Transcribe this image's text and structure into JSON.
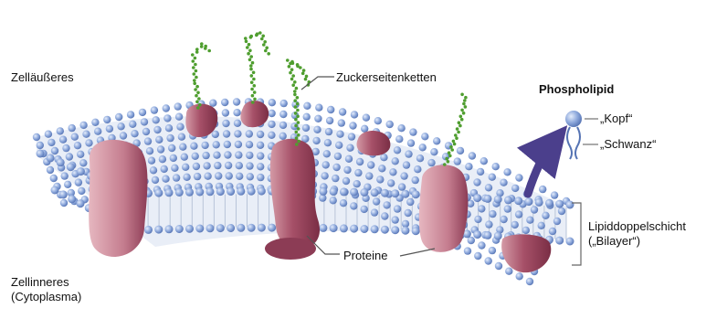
{
  "labels": {
    "outside": "Zelläußeres",
    "inside_line1": "Zellinneres",
    "inside_line2": "(Cytoplasma)",
    "sugar_chains": "Zuckerseitenketten",
    "proteins": "Proteine",
    "phospholipid": "Phospholipid",
    "head": "„Kopf“",
    "tail": "„Schwanz“",
    "bilayer_line1": "Lipiddoppelschicht",
    "bilayer_line2": "(„Bilayer“)"
  },
  "colors": {
    "head_fill": "#8ea9dc",
    "head_dark": "#5573b3",
    "tail_line": "#b8c4d8",
    "protein": "#9c4a63",
    "protein_light": "#d49aa6",
    "sugar": "#4f9e2f",
    "arrow": "#4b3f8c",
    "leader": "#555555"
  }
}
